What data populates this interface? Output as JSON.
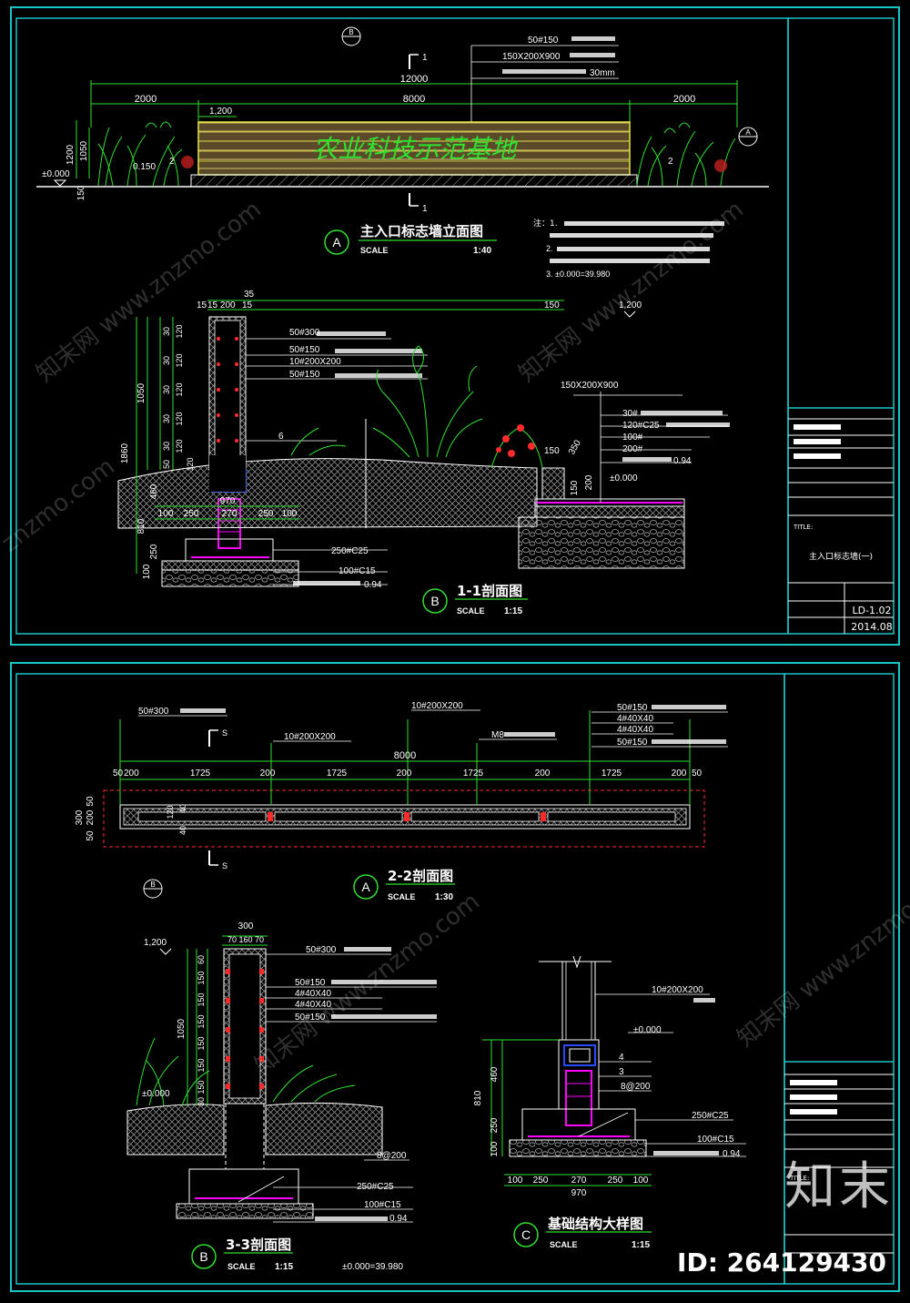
{
  "colors": {
    "frame": "#19c6c6",
    "green": "#2fe02f",
    "white": "#ffffff",
    "magenta": "#ff00ff",
    "yellow": "#e6e63c",
    "red": "#ff2a2a",
    "grey": "#bfbfbf",
    "brown": "#8a6a3a"
  },
  "sheet1": {
    "sign_text": "农业科技示范基地",
    "elevation": {
      "title": "主入口标志墙立面图",
      "circle": "A",
      "scale_label": "SCALE",
      "scale": "1:40",
      "dim_total": "12000",
      "dim_left": "2000",
      "dim_center": "8000",
      "dim_right": "2000",
      "dim_1200": "1,200",
      "dim_h1200": "1200",
      "dim_h1050": "1050",
      "dim_150": "150",
      "dim_0150": "0.150",
      "datum": "±0.000",
      "sec_mark_top": "1",
      "sec_mark_bot": "1",
      "mark2_left": "2",
      "mark2_right": "2",
      "callout_B": "B",
      "callout_A": "A",
      "note_1": "50#150",
      "note_2": "150X200X900",
      "note_3": "30mm"
    },
    "notes": {
      "n1": "注：1.",
      "n2": "2.",
      "n3": "3. ±0.000=39.980"
    },
    "section_b": {
      "title": "1-1剖面图",
      "circle": "B",
      "scale_label": "SCALE",
      "scale": "1:15",
      "top_dims": [
        "15",
        "15 200",
        "15",
        "35"
      ],
      "dim_150": "150",
      "dim_1200": "1,200",
      "left_dims": [
        "1860",
        "1050",
        "810",
        "460",
        "250",
        "100"
      ],
      "stack": [
        "30",
        "120",
        "30",
        "120",
        "30",
        "120",
        "30",
        "120",
        "30",
        "120",
        "50",
        "120"
      ],
      "bottom_dims": [
        "100",
        "250",
        "270",
        "250",
        "100"
      ],
      "dim_970": "970",
      "lbl_1": "50#300",
      "lbl_2": "50#150",
      "lbl_3": "10#200X200",
      "lbl_4": "50#150",
      "lbl_5": "6",
      "lbl_6": "250#C25",
      "lbl_7": "100#C15",
      "lbl_8": "0.94",
      "right_1": "150X200X900",
      "right_2": "30#",
      "right_3": "120#C25",
      "right_4": "100#",
      "right_5": "200#",
      "right_6": "0.94",
      "right_dims": [
        "150",
        "350",
        "150",
        "200"
      ],
      "datum": "±0.000"
    },
    "titleblock": {
      "title_label": "TITLE:",
      "drawing_name": "主入口标志墙(一)",
      "drawing_no": "LD-1.02",
      "date": "2014.08"
    }
  },
  "sheet2": {
    "plan": {
      "title": "2-2剖面图",
      "circle": "A",
      "scale_label": "SCALE",
      "scale": "1:30",
      "total": "8000",
      "segments": [
        "50",
        "200",
        "1725",
        "200",
        "1725",
        "200",
        "1725",
        "200",
        "1725",
        "200",
        "50"
      ],
      "left_dims": [
        "300",
        "50",
        "200",
        "50"
      ],
      "inner_dims": [
        "120",
        "40",
        "40"
      ],
      "lbl_top_left": "50#300",
      "lbl_top_mid": "10#200X200",
      "lbl_mid2": "10#200X200",
      "lbl_m8": "M8",
      "lbl_r1": "50#150",
      "lbl_r2": "4#40X40",
      "lbl_r3": "4#40X40",
      "lbl_r4": "50#150",
      "sec_s_top": "S",
      "sec_s_bot": "S",
      "callout_B": "B"
    },
    "section33": {
      "title": "3-3剖面图",
      "circle": "B",
      "scale_label": "SCALE",
      "scale": "1:15",
      "note": "±0.000=39.980",
      "dim_300": "300",
      "dim_top": "70 160 70",
      "dim_1200": "1,200",
      "dim_1050": "1050",
      "stack": [
        "60",
        "150",
        "150",
        "150",
        "150",
        "150",
        "150",
        "30"
      ],
      "lbl_1": "50#300",
      "lbl_2": "50#150",
      "lbl_3": "4#40X40",
      "lbl_4": "4#40X40",
      "lbl_5": "50#150",
      "lbl_6": "8@200",
      "lbl_7": "250#C25",
      "lbl_8": "100#C15",
      "lbl_9": "0.94",
      "datum": "±0.000"
    },
    "foundation": {
      "title": "基础结构大样图",
      "circle": "C",
      "scale_label": "SCALE",
      "scale": "1:15",
      "lbl_1": "10#200X200",
      "datum": "±0.000",
      "lbl_2": "4",
      "lbl_3": "3",
      "lbl_4": "8@200",
      "lbl_5": "250#C25",
      "lbl_6": "100#C15",
      "lbl_7": "0.94",
      "left_dims": [
        "810",
        "460",
        "250",
        "100"
      ],
      "bottom_dims": [
        "100",
        "250",
        "270",
        "250",
        "100"
      ],
      "dim_970": "970"
    },
    "titleblock": {
      "title_label": "TITLE:"
    }
  },
  "watermarks": [
    "知末网 www.znzmo.com",
    "知末网 www.znzmo.com",
    "知末网 www.znzmo.com",
    "znzmo.com",
    "知末网 www.znzmo.com"
  ],
  "brand": "知末",
  "id_tag": "ID: 264129430"
}
